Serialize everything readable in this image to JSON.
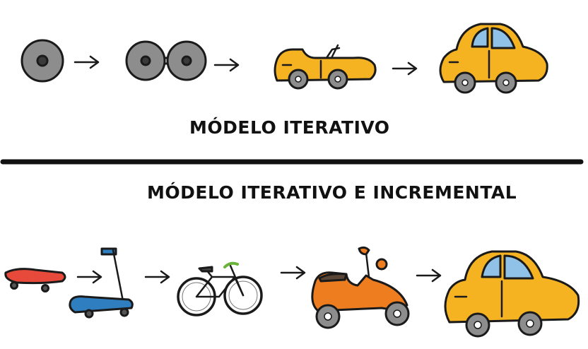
{
  "captions": {
    "iterative": "MÓDELO ITERATIVO",
    "iterative_incremental": "MÓDELO ITERATIVO E INCREMENTAL"
  },
  "rows": {
    "iterative": {
      "stages": [
        "wheel",
        "two-wheels-axle",
        "convertible-car",
        "car"
      ],
      "arrows": 3
    },
    "iterative_incremental": {
      "stages": [
        "skateboard",
        "kick-scooter",
        "bicycle",
        "motor-scooter",
        "car"
      ],
      "arrows": 4
    }
  },
  "colors": {
    "wheel_gray": "#8d8d8d",
    "hub_dark": "#3a3a3a",
    "car_yellow": "#f5b322",
    "window_blue": "#8fc2e6",
    "skateboard_red": "#e74a3b",
    "scooter_blue": "#2f7fc0",
    "moto_orange": "#ee7d1f",
    "bike_green": "#6bb23a",
    "outline": "#1a1a1a"
  }
}
